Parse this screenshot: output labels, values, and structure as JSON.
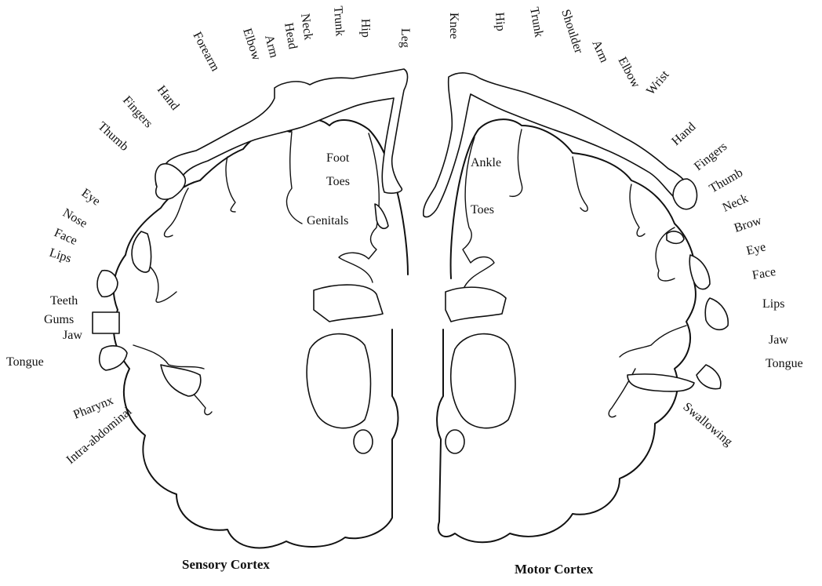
{
  "sensory": {
    "caption": "Sensory Cortex",
    "labels": {
      "leg": "Leg",
      "hip": "Hip",
      "trunk": "Trunk",
      "neck": "Neck",
      "head": "Head",
      "arm": "Arm",
      "elbow": "Elbow",
      "forearm": "Forearm",
      "hand": "Hand",
      "fingers": "Fingers",
      "thumb": "Thumb",
      "eye": "Eye",
      "nose": "Nose",
      "face": "Face",
      "lips": "Lips",
      "teeth": "Teeth",
      "gums": "Gums",
      "jaw": "Jaw",
      "tongue": "Tongue",
      "pharynx": "Pharynx",
      "intra_abdominal": "Intra-abdominal",
      "foot": "Foot",
      "toes": "Toes",
      "genitals": "Genitals"
    }
  },
  "motor": {
    "caption": "Motor Cortex",
    "labels": {
      "knee": "Knee",
      "hip": "Hip",
      "trunk": "Trunk",
      "shoulder": "Shoulder",
      "arm": "Arm",
      "elbow": "Elbow",
      "wrist": "Wrist",
      "hand": "Hand",
      "fingers": "Fingers",
      "thumb": "Thumb",
      "neck": "Neck",
      "brow": "Brow",
      "eye": "Eye",
      "face": "Face",
      "lips": "Lips",
      "jaw": "Jaw",
      "tongue": "Tongue",
      "swallowing": "Swallowing",
      "ankle": "Ankle",
      "toes": "Toes"
    }
  }
}
